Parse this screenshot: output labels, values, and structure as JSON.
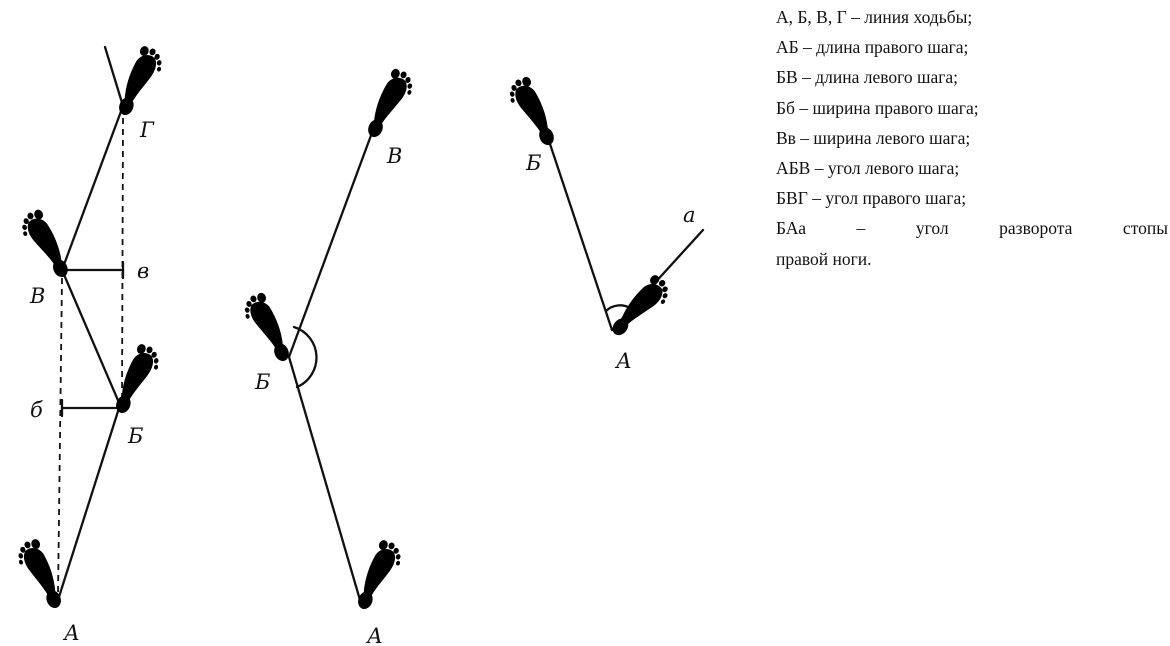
{
  "diagram": {
    "left": {
      "labels": {
        "A": "А",
        "B": "Б",
        "V": "В",
        "G": "Г",
        "b_small": "б",
        "v_small": "в"
      }
    },
    "middle": {
      "labels": {
        "A": "А",
        "B": "Б",
        "V": "В"
      }
    },
    "right": {
      "labels": {
        "A": "А",
        "B": "Б",
        "a": "а"
      }
    }
  },
  "legend": {
    "items": [
      "А, Б, В, Г – линия ходьбы;",
      "АБ – длина правого шага;",
      "БВ – длина левого шага;",
      "Бб – ширина правого шага;",
      "Вв – ширина левого шага;",
      "АБВ – угол левого шага;",
      "БВГ – угол правого шага;"
    ],
    "last_line_words": [
      "БАа",
      "–",
      "угол",
      "разворота",
      "стопы"
    ],
    "last_line_end": "правой ноги."
  }
}
